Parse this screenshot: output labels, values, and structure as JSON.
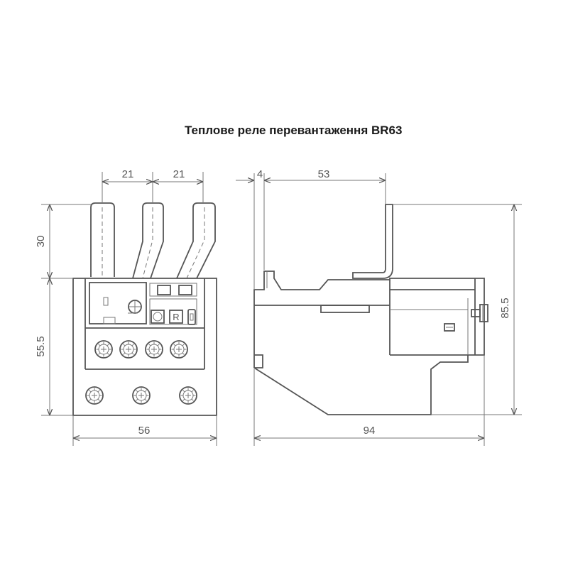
{
  "title": "Теплове реле перевантаження BR63",
  "front_view": {
    "dim_pitch_left": "21",
    "dim_pitch_right": "21",
    "dim_terminal_height": "30",
    "dim_body_height": "55.5",
    "dim_width": "56",
    "reset_button_letter": "R"
  },
  "side_view": {
    "dim_offset": "4",
    "dim_bracket": "53",
    "dim_total_height": "85.5",
    "dim_depth": "94"
  },
  "colors": {
    "line": "#555555",
    "text": "#1a1a1a",
    "background": "#ffffff"
  }
}
